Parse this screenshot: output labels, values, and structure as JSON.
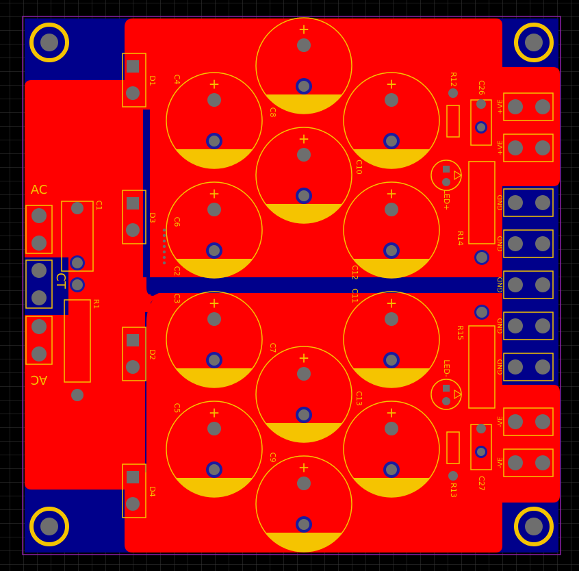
{
  "colors": {
    "background": "#000000",
    "grid": "#3a3a3a",
    "board_outline": "#8b1fa8",
    "bottom_copper": "#00008b",
    "top_copper": "#ff0000",
    "silkscreen": "#f5c400",
    "pad": "#6e6e6e",
    "via_ring": "#1a1aa0"
  },
  "capacitors": [
    {
      "ref": "C4"
    },
    {
      "ref": "C8"
    },
    {
      "ref": "C10"
    },
    {
      "ref": "C6"
    },
    {
      "ref": "C2"
    },
    {
      "ref": "C12"
    },
    {
      "ref": "C3"
    },
    {
      "ref": "C11"
    },
    {
      "ref": "C7"
    },
    {
      "ref": "C13"
    },
    {
      "ref": "C5"
    },
    {
      "ref": "C9"
    }
  ],
  "plus_sign": "+",
  "diodes": [
    {
      "ref": "D1"
    },
    {
      "ref": "D3"
    },
    {
      "ref": "D2"
    },
    {
      "ref": "D4"
    }
  ],
  "small_caps": [
    {
      "ref": "C1"
    },
    {
      "ref": "C26"
    },
    {
      "ref": "C27"
    }
  ],
  "resistors": [
    {
      "ref": "R1"
    },
    {
      "ref": "R12"
    },
    {
      "ref": "R13"
    },
    {
      "ref": "R14"
    },
    {
      "ref": "R15"
    }
  ],
  "leds": [
    {
      "ref": "LED+"
    },
    {
      "ref": "LED-"
    }
  ],
  "connectors": {
    "left": [
      "AC",
      "CT",
      "AC"
    ],
    "right": [
      "+VE",
      "+VE",
      "GND",
      "GND",
      "GND",
      "GND",
      "GND",
      "-VE",
      "-VE"
    ]
  }
}
